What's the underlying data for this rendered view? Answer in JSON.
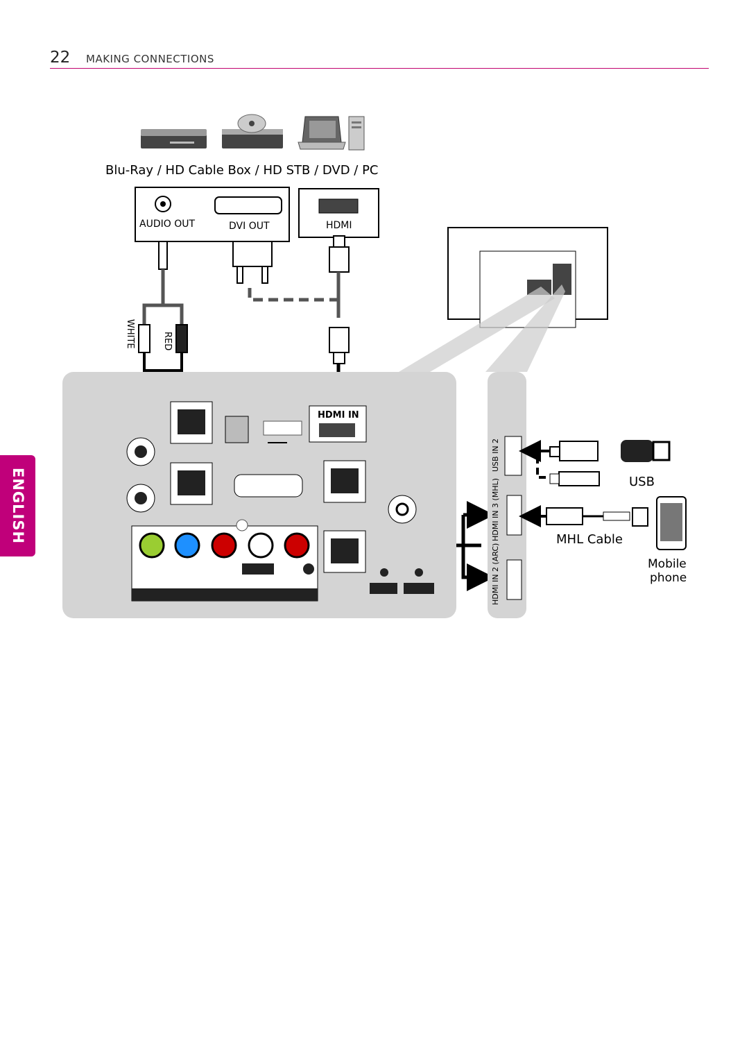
{
  "header": {
    "page_number": "22",
    "section_title": "MAKING CONNECTIONS"
  },
  "language_tab": "ENGLISH",
  "devices_caption": "Blu-Ray / HD Cable Box / HD STB / DVD / PC",
  "source_ports": {
    "audio_out": "AUDIO OUT",
    "dvi_out": "DVI OUT",
    "hdmi": "HDMI"
  },
  "rca_labels": {
    "white": "WHITE",
    "red": "RED"
  },
  "tv_panel": {
    "hdmi_in": "HDMI IN"
  },
  "side_panel": {
    "usb_in_2": "USB IN 2",
    "hdmi_in_3_mhl": "HDMI IN 3 (MHL)",
    "hdmi_in_2_arc": "HDMI IN 2 (ARC)"
  },
  "peripherals": {
    "usb": "USB",
    "mhl_cable": "MHL Cable",
    "mobile_phone": "Mobile phone"
  }
}
